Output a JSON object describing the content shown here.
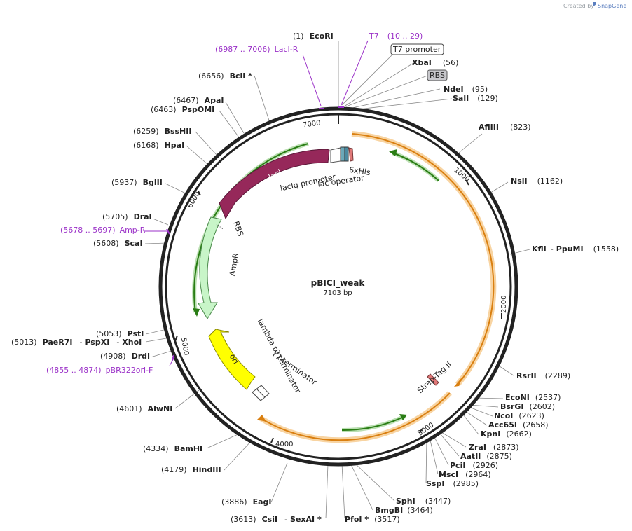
{
  "credit": {
    "prefix": "Created by",
    "brand": "SnapGene"
  },
  "plasmid": {
    "name": "pBICI_weak",
    "length_label": "7103 bp"
  },
  "ticks": [
    "1000",
    "2000",
    "3000",
    "4000",
    "5000",
    "6000",
    "7000"
  ],
  "features": {
    "lacI": "lacI",
    "laciq_promoter": "lacIq promoter",
    "lac_operator": "lac operator",
    "his": "6xHis",
    "rbs_top": "RBS",
    "rbs": "RBS",
    "ampr": "AmpR",
    "ori": "ori",
    "lambda": "lambda t0 terminator",
    "t7term": "T7 terminator",
    "strep": "Strep-Tag II",
    "t7prom": "T7 promoter"
  },
  "sites": [
    {
      "pos": "(1)",
      "name": "EcoRI"
    },
    {
      "pos": "(56)",
      "name": "XbaI"
    },
    {
      "pos": "(95)",
      "name": "NdeI"
    },
    {
      "pos": "(129)",
      "name": "SalI"
    },
    {
      "pos": "(823)",
      "name": "AflIII"
    },
    {
      "pos": "(1162)",
      "name": "NsiI"
    },
    {
      "pos": "(1558)",
      "name": "KflI",
      "name2": "PpuMI"
    },
    {
      "pos": "(2289)",
      "name": "RsrII"
    },
    {
      "pos": "(2537)",
      "name": "EcoNI"
    },
    {
      "pos": "(2602)",
      "name": "BsrGI"
    },
    {
      "pos": "(2623)",
      "name": "NcoI"
    },
    {
      "pos": "(2658)",
      "name": "Acc65I"
    },
    {
      "pos": "(2662)",
      "name": "KpnI"
    },
    {
      "pos": "(2873)",
      "name": "ZraI"
    },
    {
      "pos": "(2875)",
      "name": "AatII"
    },
    {
      "pos": "(2926)",
      "name": "PciI"
    },
    {
      "pos": "(2964)",
      "name": "MscI"
    },
    {
      "pos": "(2985)",
      "name": "SspI"
    },
    {
      "pos": "(3447)",
      "name": "SphI"
    },
    {
      "pos": "(3464)",
      "name": "BmgBI"
    },
    {
      "pos": "(3517)",
      "name": "PfoI *"
    },
    {
      "pos": "(3613)",
      "name": "CsiI",
      "name2": "SexAI *"
    },
    {
      "pos": "(3886)",
      "name": "EagI"
    },
    {
      "pos": "(4179)",
      "name": "HindIII"
    },
    {
      "pos": "(4334)",
      "name": "BamHI"
    },
    {
      "pos": "(4601)",
      "name": "AlwNI"
    },
    {
      "pos": "(4908)",
      "name": "DrdI"
    },
    {
      "pos": "(5013)",
      "name": "PaeR7I",
      "name2": "PspXI",
      "name3": "XhoI"
    },
    {
      "pos": "(5053)",
      "name": "PstI"
    },
    {
      "pos": "(5608)",
      "name": "ScaI"
    },
    {
      "pos": "(5705)",
      "name": "DraI"
    },
    {
      "pos": "(5937)",
      "name": "BglII"
    },
    {
      "pos": "(6168)",
      "name": "HpaI"
    },
    {
      "pos": "(6259)",
      "name": "BssHII"
    },
    {
      "pos": "(6463)",
      "name": "PspOMI"
    },
    {
      "pos": "(6467)",
      "name": "ApaI"
    },
    {
      "pos": "(6656)",
      "name": "BclI *"
    }
  ],
  "primers": [
    {
      "name": "T7",
      "range": "(10 .. 29)"
    },
    {
      "name": "LacI-R",
      "range": "(6987 .. 7006)"
    },
    {
      "name": "Amp-R",
      "range": "(5678 .. 5697)"
    },
    {
      "name": "pBR322ori-F",
      "range": "(4855 .. 4874)"
    }
  ],
  "colors": {
    "backbone": "#222222",
    "orange": "#f0a030",
    "green": "#3aa320",
    "lacI": "#96285a",
    "ampr": "#c8f5c8",
    "ori": "#ffff00",
    "primer": "#9b32c8"
  }
}
